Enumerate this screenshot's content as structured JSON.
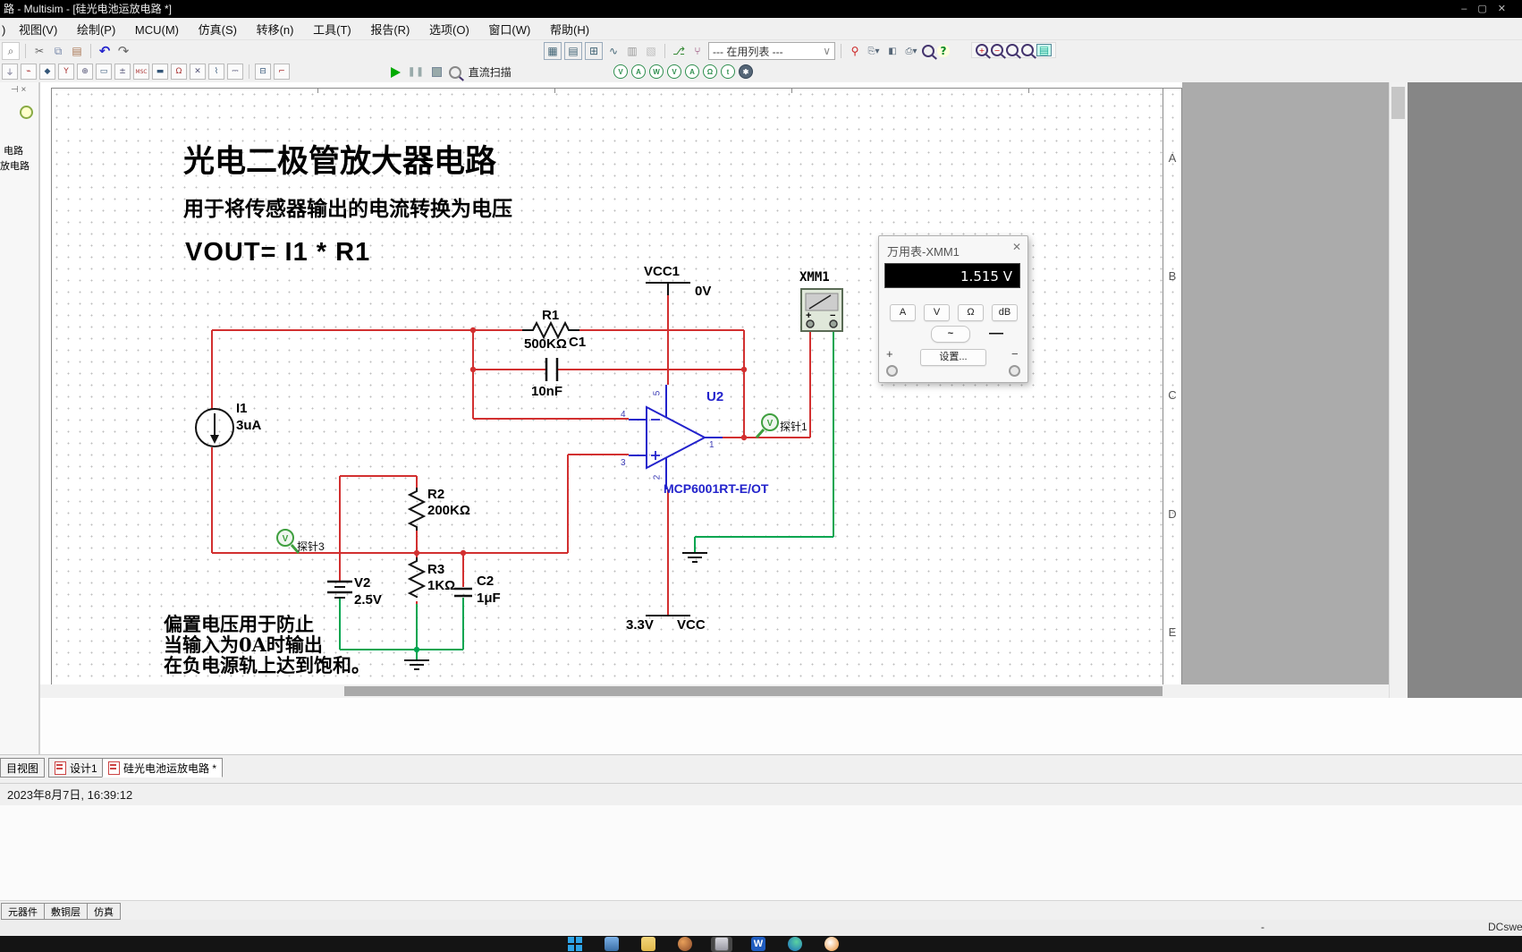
{
  "window": {
    "title": "路 - Multisim - [硅光电池运放电路 *]"
  },
  "icons": {
    "undo": "↶",
    "redo": "↷",
    "cut": "✂",
    "chevron": "∨",
    "help": "?",
    "pause": "❚❚",
    "close": "✕",
    "min": "–",
    "max": "▢",
    "grid_glyphs": [
      "▦",
      "▤",
      "⊞",
      "∿",
      "▥",
      "▧"
    ],
    "comp_glyphs": [
      "⏚",
      "⌁",
      "◆",
      "Ω",
      "▭",
      "±",
      "MSC",
      "▬",
      "Y",
      "⊕",
      "✕",
      "⌇",
      "⎓"
    ],
    "probe_glyphs": [
      "V",
      "A",
      "W",
      "V",
      "A",
      "Ω",
      "t",
      "✱"
    ]
  },
  "menu": {
    "partial_first": ")",
    "items": [
      "视图(V)",
      "绘制(P)",
      "MCU(M)",
      "仿真(S)",
      "转移(n)",
      "工具(T)",
      "报告(R)",
      "选项(O)",
      "窗口(W)",
      "帮助(H)"
    ]
  },
  "toolbar": {
    "in_use_list": "--- 在用列表 ---",
    "analysis": "直流扫描"
  },
  "left_panel": {
    "fragments": [
      "电路",
      "放电路"
    ],
    "mini_buttons": "⊣ ×"
  },
  "canvas": {
    "title": "光电二极管放大器电路",
    "subtitle": "用于将传感器输出的电流转换为电压",
    "formula": "VOUT= I1 * R1",
    "note_lines": [
      "偏置电压用于防止",
      "当输入为0A时输出",
      "在负电源轨上达到饱和。"
    ],
    "rows": [
      "A",
      "B",
      "C",
      "D",
      "E"
    ],
    "labels": {
      "i1_ref": "I1",
      "i1_val": "3uA",
      "r1_ref": "R1",
      "r1_val": "500KΩ",
      "c1_ref": "C1",
      "c1_val": "10nF",
      "r2_ref": "R2",
      "r2_val": "200KΩ",
      "r3_ref": "R3",
      "r3_val": "1KΩ",
      "c2_ref": "C2",
      "c2_val": "1μF",
      "v2_ref": "V2",
      "v2_val": "2.5V",
      "u2_ref": "U2",
      "u2_part": "MCP6001RT-E/OT",
      "vcc1_ref": "VCC1",
      "vcc1_val": "0V",
      "vcc_ref": "VCC",
      "vcc_val": "3.3V",
      "xmm1_ref": "XMM1",
      "xmm_plus": "+",
      "xmm_minus": "−",
      "pin_inv": "4",
      "pin_non": "3",
      "pin_out": "1",
      "pin_vp": "5",
      "pin_vm": "2",
      "probe1": "探针1",
      "probe3": "探针3"
    }
  },
  "multimeter": {
    "title": "万用表-XMM1",
    "reading": "1.515 V",
    "btn_a": "A",
    "btn_v": "V",
    "btn_ohm": "Ω",
    "btn_db": "dB",
    "mode_ac": "~",
    "mode_dc": "—",
    "settings": "设置...",
    "plus": "+",
    "minus": "−"
  },
  "tabs": {
    "toolbox_tab": "目视图",
    "doc_tabs": [
      "设计1",
      "硅光电池运放电路 *"
    ]
  },
  "statusbar": {
    "datetime": "2023年8月7日, 16:39:12",
    "dash": "-",
    "right_text": "DCswe"
  },
  "bottom_tabs": [
    "元器件",
    "敷铜层",
    "仿真"
  ],
  "taskbar": {
    "word_letter": "W"
  }
}
